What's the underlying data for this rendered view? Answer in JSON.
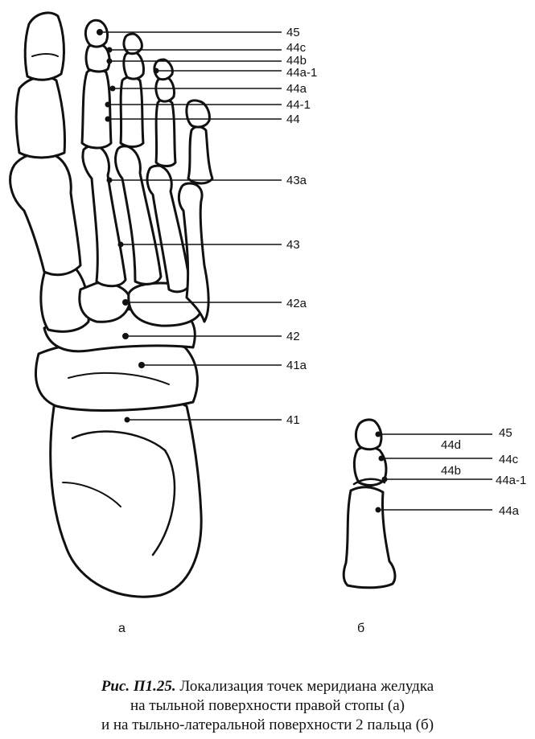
{
  "panel_a": {
    "letter": "а",
    "labels": [
      "45",
      "44c",
      "44b",
      "44a-1",
      "44a",
      "44-1",
      "44",
      "43a",
      "43",
      "42a",
      "42",
      "41a",
      "41"
    ]
  },
  "panel_b": {
    "letter": "б",
    "labels": [
      "45",
      "44d",
      "44c",
      "44b",
      "44a-1",
      "44a"
    ]
  },
  "caption": {
    "figure_id": "Рис. П1.25.",
    "line1": "Локализация точек меридиана желудка",
    "line2": "на тыльной поверхности правой стопы (а)",
    "line3": "и на тыльно-латеральной поверхности 2 пальца (б)"
  },
  "colors": {
    "ink": "#111111",
    "background": "#ffffff"
  }
}
